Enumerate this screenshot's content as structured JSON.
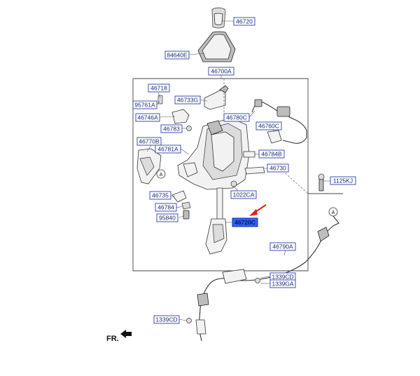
{
  "parts": [
    {
      "id": "p46720",
      "label": "46720"
    },
    {
      "id": "p84640E",
      "label": "84640E"
    },
    {
      "id": "p46700A",
      "label": "46700A"
    },
    {
      "id": "p46718",
      "label": "46718"
    },
    {
      "id": "p46733G",
      "label": "46733G"
    },
    {
      "id": "p95761A",
      "label": "95761A"
    },
    {
      "id": "p46746A",
      "label": "46746A"
    },
    {
      "id": "p46780C",
      "label": "46780C"
    },
    {
      "id": "p46783",
      "label": "46783"
    },
    {
      "id": "p46760C",
      "label": "46760C"
    },
    {
      "id": "p46770B",
      "label": "46770B"
    },
    {
      "id": "p46781A",
      "label": "46781A"
    },
    {
      "id": "p46784B",
      "label": "46784B"
    },
    {
      "id": "p46730",
      "label": "46730"
    },
    {
      "id": "p1125KJ",
      "label": "1125KJ"
    },
    {
      "id": "p46735",
      "label": "46735"
    },
    {
      "id": "p1022CA",
      "label": "1022CA"
    },
    {
      "id": "p46784",
      "label": "46784"
    },
    {
      "id": "p95840",
      "label": "95840"
    },
    {
      "id": "p46720C",
      "label": "46720C",
      "highlighted": true
    },
    {
      "id": "p46790A",
      "label": "46790A"
    },
    {
      "id": "p1339CD_a",
      "label": "1339CD"
    },
    {
      "id": "p1339GA",
      "label": "1339GA"
    },
    {
      "id": "p1339CD_b",
      "label": "1339CD"
    }
  ],
  "markers": {
    "circle_a": "A"
  },
  "direction": {
    "label": "FR."
  },
  "colors": {
    "label_border": "#2a3fb0",
    "highlight_fill": "#2f63ff",
    "arrow": "#e0201a"
  }
}
